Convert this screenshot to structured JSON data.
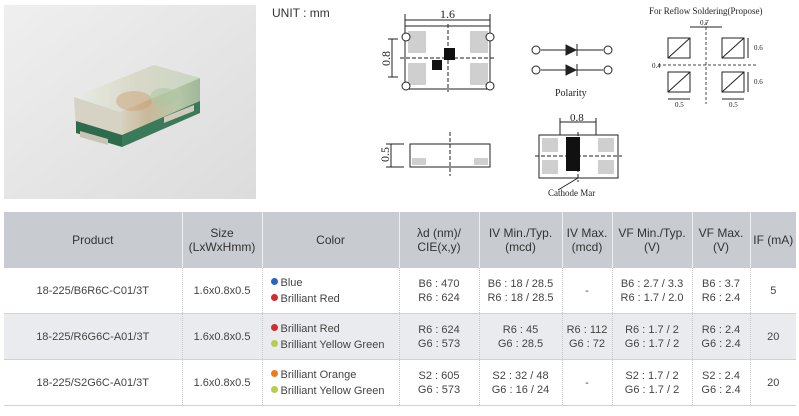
{
  "unit_label": "UNIT : mm",
  "drawing_labels": {
    "top_length": "1.6",
    "side_width": "0.8",
    "side_height": "0.5",
    "bottom_dim": "0.8",
    "polarity": "Polarity",
    "cathode": "Cathode Mar",
    "reflow_title": "For Reflow Soldering(Propose)",
    "reflow_dims": [
      "0.7",
      "0.6",
      "0.4",
      "0.6",
      "0.5",
      "0.5"
    ]
  },
  "table": {
    "headers": {
      "product": "Product",
      "size_line1": "Size",
      "size_line2": "(LxWxHmm)",
      "color": "Color",
      "lambda_line1": "λd (nm)/",
      "lambda_line2": "CIE(x,y)",
      "iv_min_line1": "IV Min./Typ.",
      "iv_min_line2": "(mcd)",
      "iv_max_line1": "IV Max.",
      "iv_max_line2": "(mcd)",
      "vf_min_line1": "VF Min./Typ.",
      "vf_min_line2": "(V)",
      "vf_max_line1": "VF Max.",
      "vf_max_line2": "(V)",
      "if": "IF (mA)"
    },
    "rows": [
      {
        "product": "18-225/B6R6C-C01/3T",
        "size": "1.6x0.8x0.5",
        "colors": [
          {
            "name": "Blue",
            "dot": "#2a63c8"
          },
          {
            "name": "Brilliant Red",
            "dot": "#d42a2a"
          }
        ],
        "lambda": [
          "B6 : 470",
          "R6 : 624"
        ],
        "iv_typ": [
          "B6 : 18 / 28.5",
          "R6 : 18 / 28.5"
        ],
        "iv_max": [
          "-"
        ],
        "vf_typ": [
          "B6 : 2.7 / 3.3",
          "R6 : 1.7 / 2.0"
        ],
        "vf_max": [
          "B6 : 3.7",
          "R6 : 2.4"
        ],
        "if": "5"
      },
      {
        "product": "18-225/R6G6C-A01/3T",
        "size": "1.6x0.8x0.5",
        "colors": [
          {
            "name": "Brilliant Red",
            "dot": "#d42a2a"
          },
          {
            "name": "Brilliant Yellow Green",
            "dot": "#b8cc48"
          }
        ],
        "lambda": [
          "R6 : 624",
          "G6 : 573"
        ],
        "iv_typ": [
          "R6 : 45",
          "G6 : 28.5"
        ],
        "iv_max": [
          "R6 : 112",
          "G6 : 72"
        ],
        "vf_typ": [
          "R6 : 1.7 / 2",
          "G6 : 1.7 / 2"
        ],
        "vf_max": [
          "R6 : 2.4",
          "G6 : 2.4"
        ],
        "if": "20"
      },
      {
        "product": "18-225/S2G6C-A01/3T",
        "size": "1.6x0.8x0.5",
        "colors": [
          {
            "name": "Brilliant Orange",
            "dot": "#f07a1a"
          },
          {
            "name": "Brilliant Yellow Green",
            "dot": "#b8cc48"
          }
        ],
        "lambda": [
          "S2 : 605",
          "G6 : 573"
        ],
        "iv_typ": [
          "S2 : 32 / 48",
          "G6 : 16 / 24"
        ],
        "iv_max": [
          "-"
        ],
        "vf_typ": [
          "S2 : 1.7 / 2",
          "G6 : 1.7 / 2"
        ],
        "vf_max": [
          "S2 : 2.4",
          "G6 : 2.4"
        ],
        "if": "20"
      }
    ]
  }
}
